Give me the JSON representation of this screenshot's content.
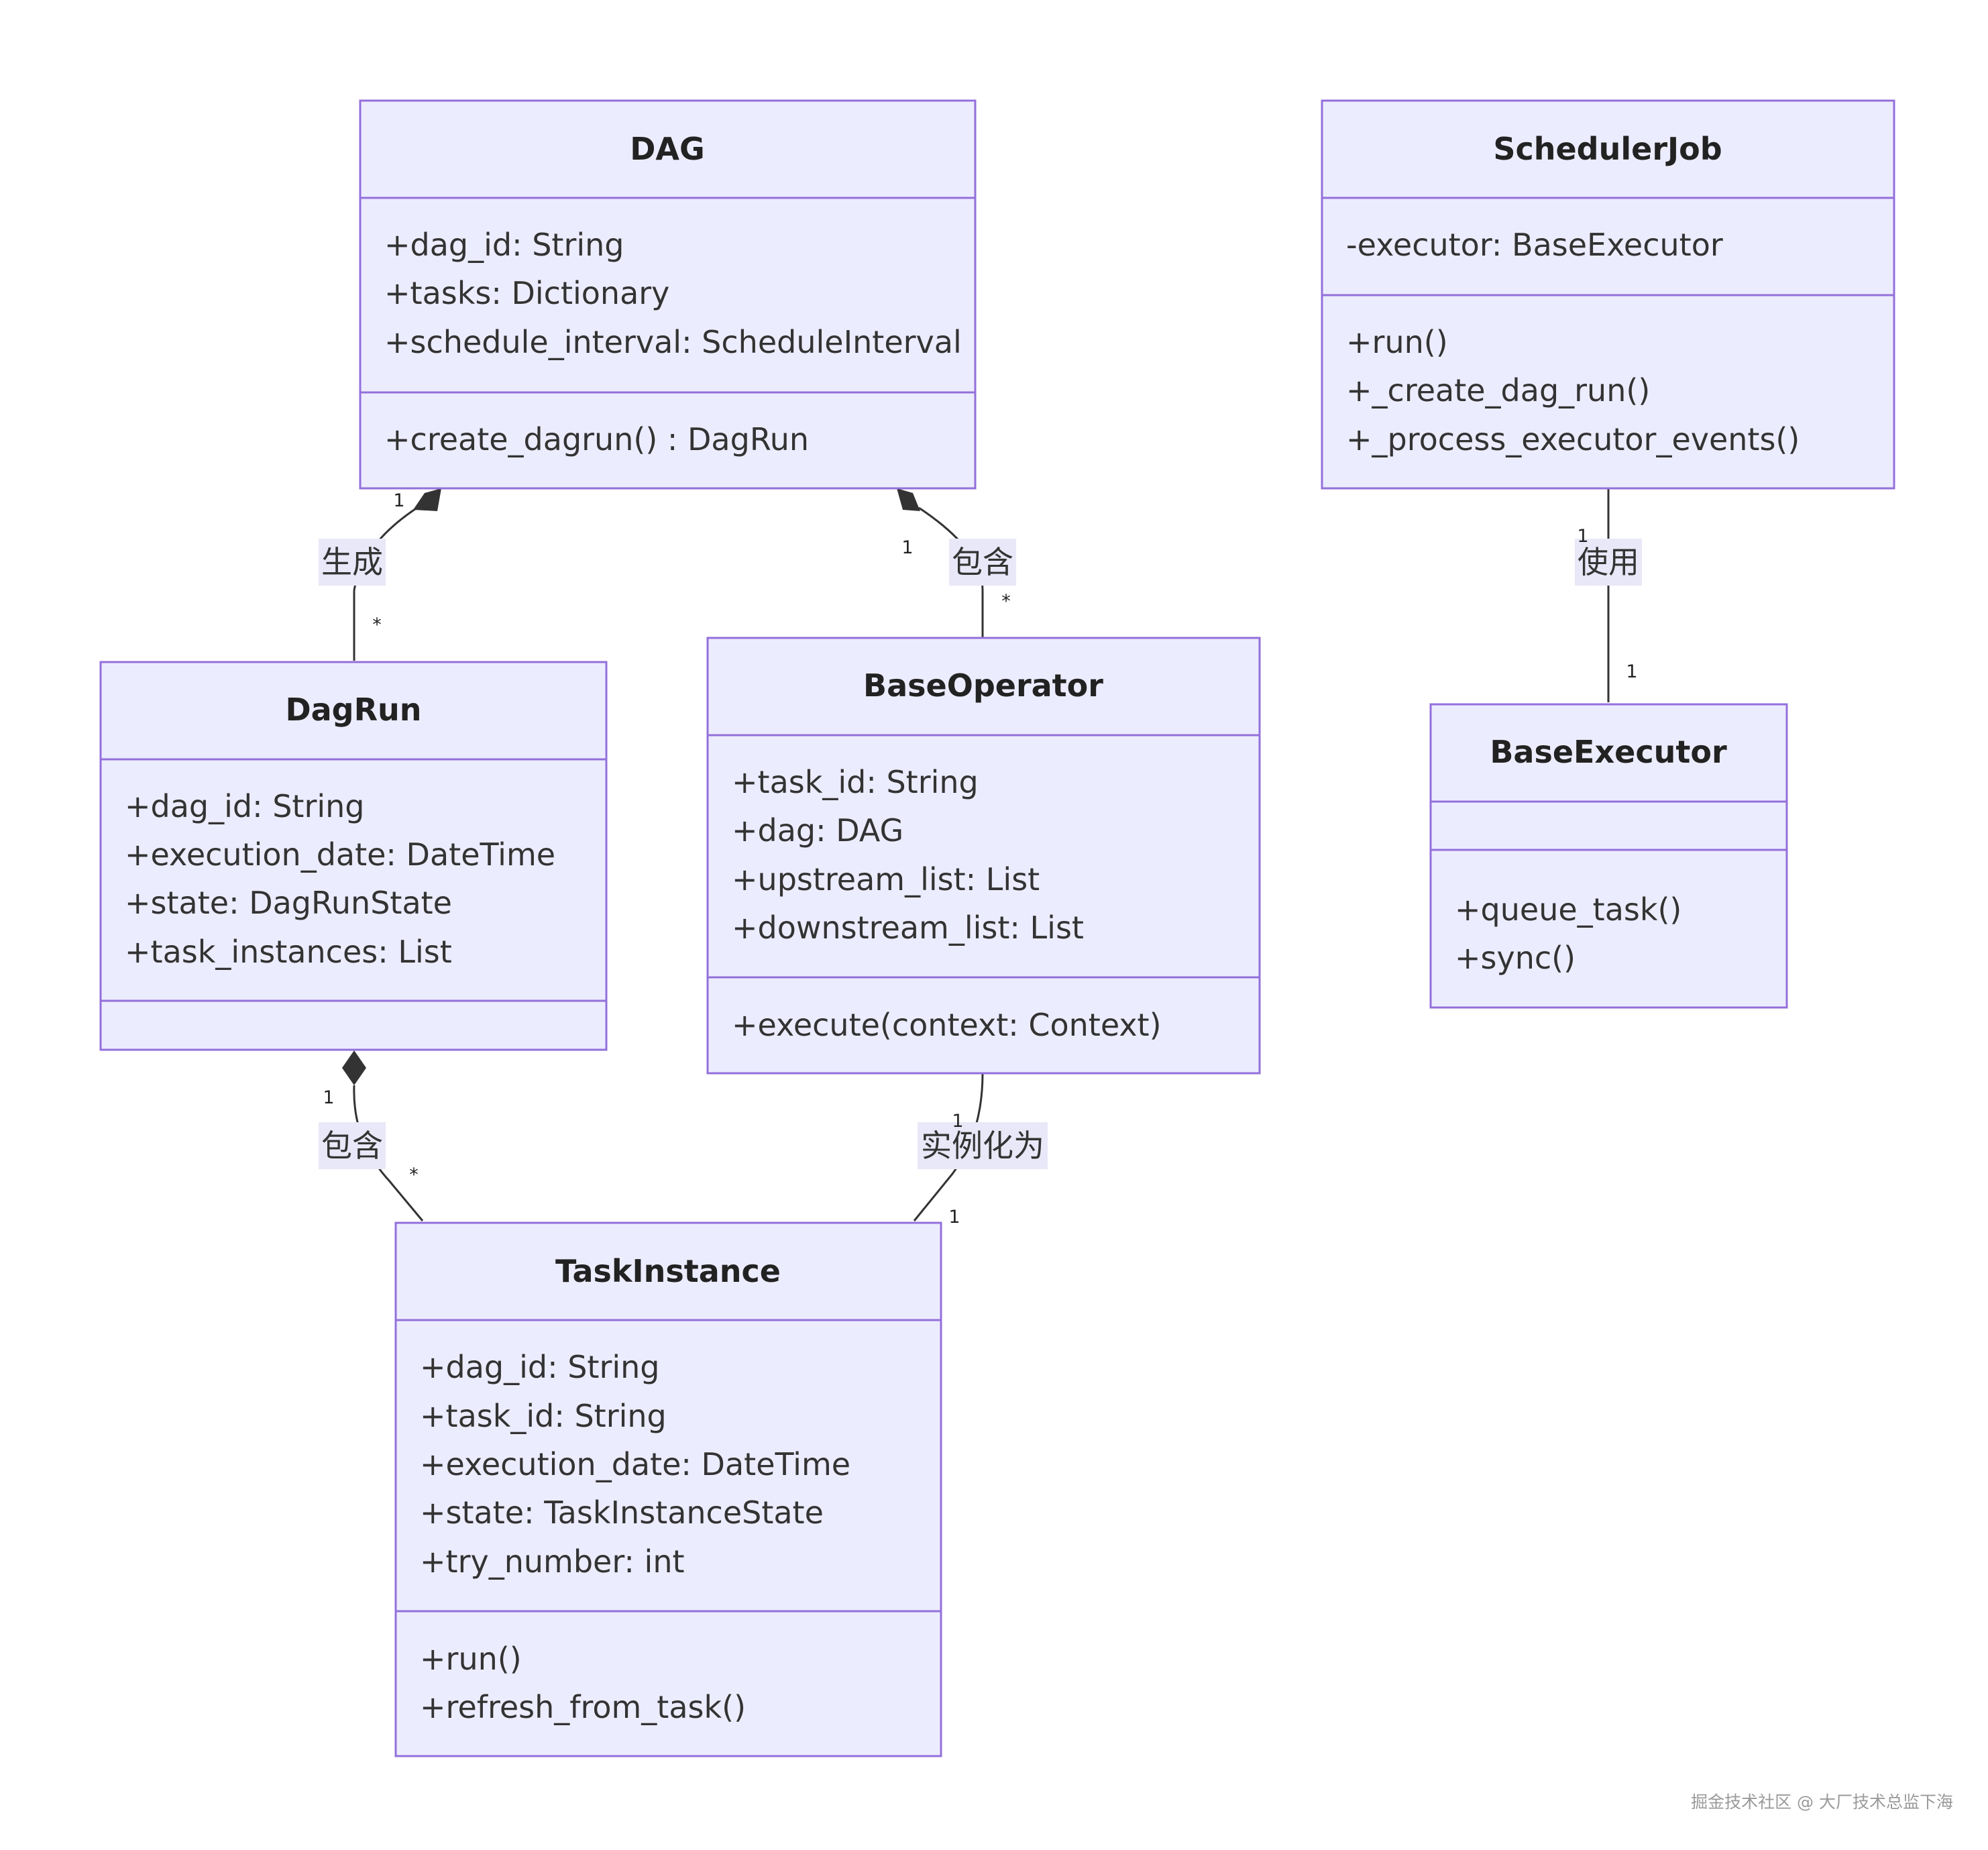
{
  "classes": {
    "dag": {
      "name": "DAG",
      "attributes": [
        "+dag_id: String",
        "+tasks: Dictionary",
        "+schedule_interval: ScheduleInterval"
      ],
      "methods": [
        "+create_dagrun() : DagRun"
      ]
    },
    "scheduler_job": {
      "name": "SchedulerJob",
      "attributes": [
        "-executor: BaseExecutor"
      ],
      "methods": [
        "+run()",
        "+_create_dag_run()",
        "+_process_executor_events()"
      ]
    },
    "dag_run": {
      "name": "DagRun",
      "attributes": [
        "+dag_id: String",
        "+execution_date: DateTime",
        "+state: DagRunState",
        "+task_instances: List"
      ],
      "methods": []
    },
    "base_operator": {
      "name": "BaseOperator",
      "attributes": [
        "+task_id: String",
        "+dag: DAG",
        "+upstream_list: List",
        "+downstream_list: List"
      ],
      "methods": [
        "+execute(context: Context)"
      ]
    },
    "base_executor": {
      "name": "BaseExecutor",
      "attributes": [],
      "methods": [
        "+queue_task()",
        "+sync()"
      ]
    },
    "task_instance": {
      "name": "TaskInstance",
      "attributes": [
        "+dag_id: String",
        "+task_id: String",
        "+execution_date: DateTime",
        "+state: TaskInstanceState",
        "+try_number: int"
      ],
      "methods": [
        "+run()",
        "+refresh_from_task()"
      ]
    }
  },
  "relations": {
    "dag_dagrun": {
      "label": "生成",
      "from_card": "1",
      "to_card": "*"
    },
    "dag_operator": {
      "label": "包含",
      "from_card": "1",
      "to_card": "*"
    },
    "scheduler_executor": {
      "label": "使用",
      "from_card": "1",
      "to_card": "1"
    },
    "dagrun_taskinstance": {
      "label": "包含",
      "from_card": "1",
      "to_card": "*"
    },
    "operator_taskinstance": {
      "label": "实例化为",
      "from_card": "1",
      "to_card": "1"
    }
  },
  "watermark": "掘金技术社区 @ 大厂技术总监下海",
  "colors": {
    "box_fill": "#ececff",
    "box_stroke": "#9370db",
    "line": "#333333"
  }
}
